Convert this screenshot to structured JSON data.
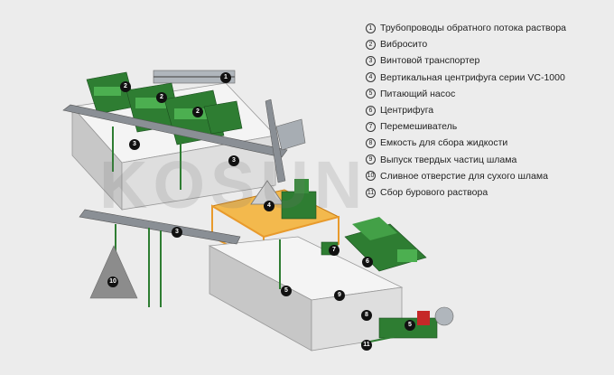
{
  "legend": [
    {
      "num": "1",
      "label": "Трубопроводы обратного потока раствора"
    },
    {
      "num": "2",
      "label": "Вибросито"
    },
    {
      "num": "3",
      "label": "Винтовой транспортер"
    },
    {
      "num": "4",
      "label": "Вертикальная центрифуга серии VC-1000"
    },
    {
      "num": "5",
      "label": "Питающий насос"
    },
    {
      "num": "6",
      "label": "Центрифуга"
    },
    {
      "num": "7",
      "label": "Перемешиватель"
    },
    {
      "num": "8",
      "label": "Емкость для сбора жидкости"
    },
    {
      "num": "9",
      "label": "Выпуск твердых частиц шлама"
    },
    {
      "num": "10",
      "label": "Сливное отверстие  для сухого шлама"
    },
    {
      "num": "11",
      "label": "Сбор бурового раствора"
    }
  ],
  "markers": [
    "1",
    "2",
    "2",
    "2",
    "3",
    "3",
    "3",
    "4",
    "5",
    "5",
    "6",
    "7",
    "8",
    "9",
    "10",
    "11"
  ],
  "watermark": "KOSUN",
  "colors": {
    "tank": "#d8d8d8",
    "equipment": "#2e7d32",
    "platform": "#e89a2c",
    "conveyor": "#8a8f95",
    "marker": "#111111",
    "pile": "#8c8c8c"
  }
}
